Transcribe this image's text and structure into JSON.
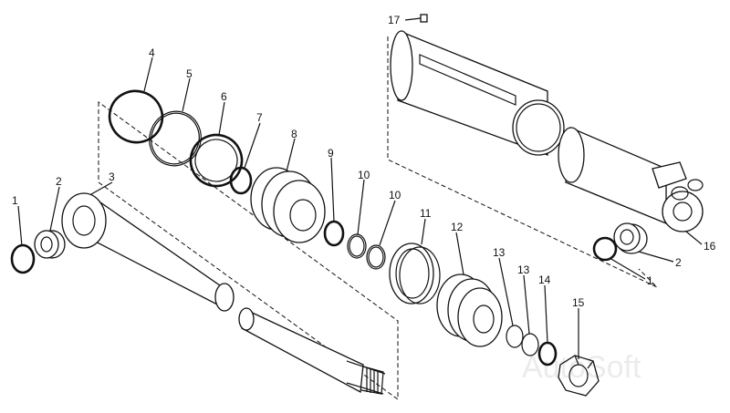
{
  "callouts": [
    {
      "id": "c1a",
      "text": "1"
    },
    {
      "id": "c2a",
      "text": "2"
    },
    {
      "id": "c3",
      "text": "3"
    },
    {
      "id": "c4",
      "text": "4"
    },
    {
      "id": "c5",
      "text": "5"
    },
    {
      "id": "c6",
      "text": "6"
    },
    {
      "id": "c7",
      "text": "7"
    },
    {
      "id": "c8",
      "text": "8"
    },
    {
      "id": "c9",
      "text": "9"
    },
    {
      "id": "c10a",
      "text": "10"
    },
    {
      "id": "c10b",
      "text": "10"
    },
    {
      "id": "c11",
      "text": "11"
    },
    {
      "id": "c12",
      "text": "12"
    },
    {
      "id": "c13a",
      "text": "13"
    },
    {
      "id": "c13b",
      "text": "13"
    },
    {
      "id": "c14",
      "text": "14"
    },
    {
      "id": "c15",
      "text": "15"
    },
    {
      "id": "c16",
      "text": "16"
    },
    {
      "id": "c17",
      "text": "17"
    },
    {
      "id": "c1b",
      "text": "1"
    },
    {
      "id": "c2b",
      "text": "2"
    }
  ],
  "watermark": "AutoSoft"
}
